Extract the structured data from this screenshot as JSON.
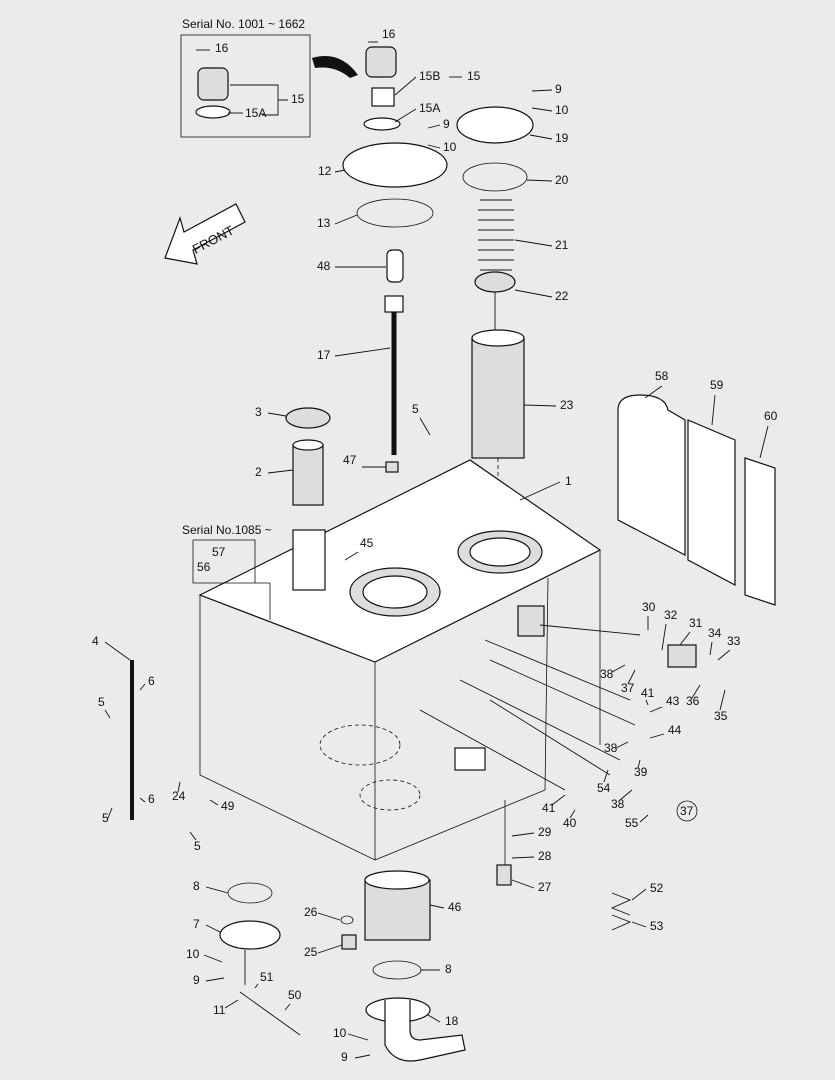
{
  "inset_top": {
    "title": "Serial No. 1001 ~ 1662",
    "labels": [
      "16",
      "15",
      "15A"
    ]
  },
  "inset_serial": {
    "title": "Serial No.1085 ~",
    "labels": [
      "57",
      "56"
    ]
  },
  "front_label": "FRONT",
  "callouts": [
    "16",
    "15B",
    "15",
    "15A",
    "9",
    "10",
    "12",
    "13",
    "48",
    "17",
    "9",
    "10",
    "19",
    "20",
    "21",
    "22",
    "23",
    "3",
    "2",
    "5",
    "47",
    "1",
    "58",
    "59",
    "60",
    "45",
    "4",
    "6",
    "5",
    "6",
    "5",
    "24",
    "49",
    "5",
    "30",
    "32",
    "31",
    "34",
    "33",
    "38",
    "37",
    "41",
    "43",
    "36",
    "35",
    "44",
    "38",
    "39",
    "54",
    "38",
    "41",
    "40",
    "55",
    "37",
    "29",
    "28",
    "27",
    "52",
    "53",
    "8",
    "7",
    "26",
    "46",
    "25",
    "10",
    "9",
    "51",
    "50",
    "11",
    "8",
    "18",
    "10",
    "9"
  ],
  "circled_callouts": [
    "37"
  ]
}
